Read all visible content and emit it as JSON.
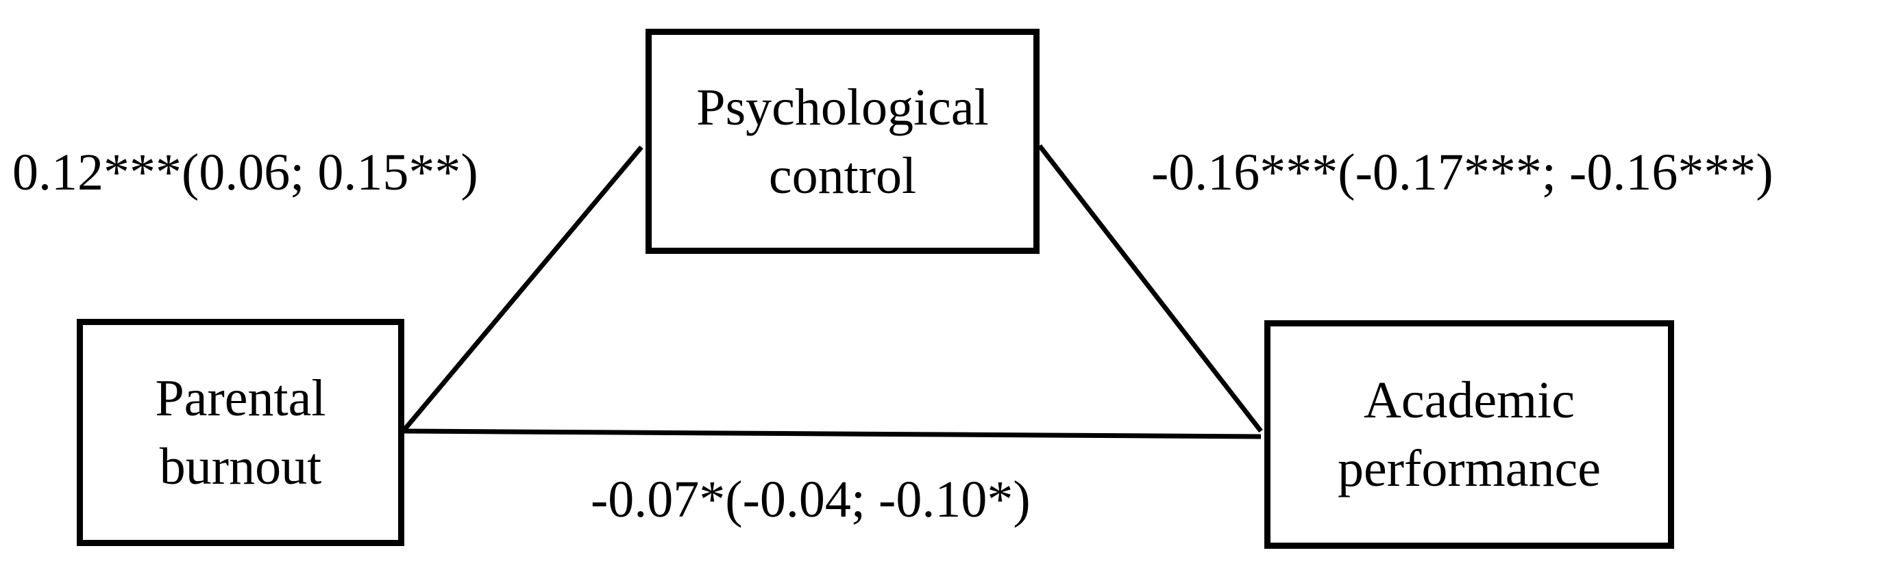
{
  "diagram": {
    "nodes": {
      "predictor": "Parental\nburnout",
      "mediator": "Psychological\ncontrol",
      "outcome": "Academic\nperformance"
    },
    "edges": {
      "a_path": "0.12***(0.06; 0.15**)",
      "b_path": "-0.16***(-0.17***; -0.16***)",
      "c_path": "-0.07*(-0.04; -0.10*)"
    },
    "colors": {
      "line": "#000000",
      "background": "#ffffff"
    }
  }
}
